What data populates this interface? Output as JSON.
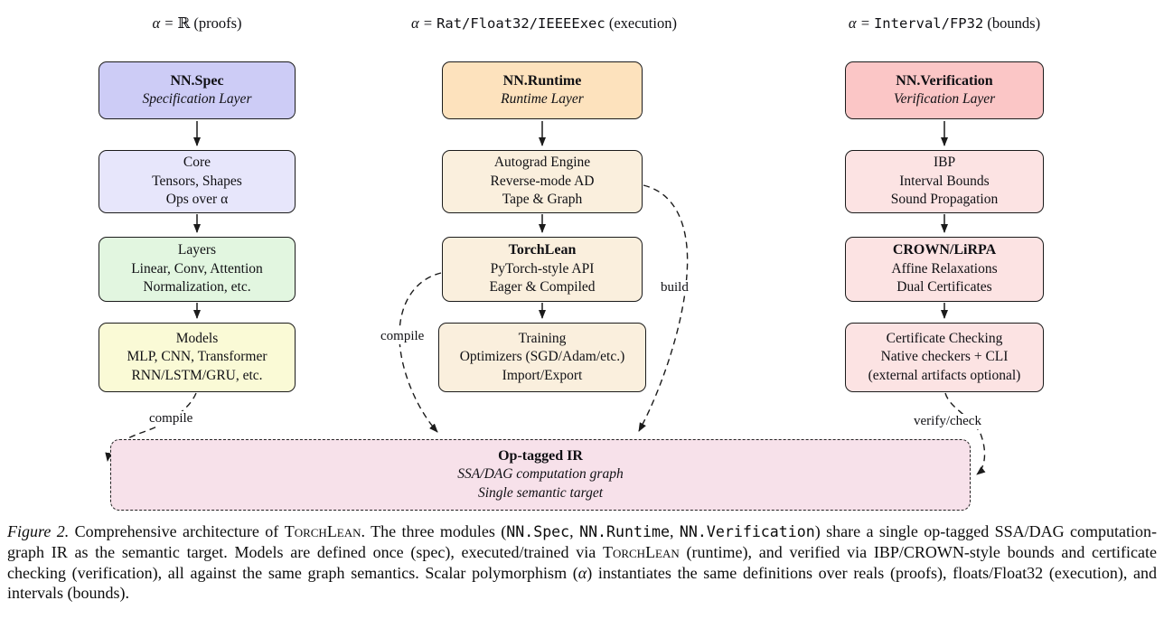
{
  "figure": {
    "columns": [
      {
        "header": {
          "math": "α = ",
          "code": "ℝ",
          "note": " (proofs)"
        },
        "layer_box": {
          "title": "NN.Spec",
          "subtitle": "Specification Layer"
        },
        "boxes": [
          {
            "l1": "Core",
            "l2": "Tensors, Shapes",
            "l3": "Ops over α"
          },
          {
            "l1": "Layers",
            "l2": "Linear, Conv, Attention",
            "l3": "Normalization, etc."
          },
          {
            "l1": "Models",
            "l2": "MLP, CNN, Transformer",
            "l3": "RNN/LSTM/GRU, etc."
          }
        ]
      },
      {
        "header": {
          "math": "α = ",
          "code": "Rat/Float32/IEEEExec",
          "note": " (execution)"
        },
        "layer_box": {
          "title": "NN.Runtime",
          "subtitle": "Runtime Layer"
        },
        "boxes": [
          {
            "l1": "Autograd Engine",
            "l2": "Reverse-mode AD",
            "l3": "Tape & Graph"
          },
          {
            "l1": "TorchLean",
            "l2": "PyTorch-style API",
            "l3": "Eager & Compiled"
          },
          {
            "l1": "Training",
            "l2": "Optimizers (SGD/Adam/etc.)",
            "l3": "Import/Export"
          }
        ]
      },
      {
        "header": {
          "math": "α = ",
          "code": "Interval/FP32",
          "note": " (bounds)"
        },
        "layer_box": {
          "title": "NN.Verification",
          "subtitle": "Verification Layer"
        },
        "boxes": [
          {
            "l1": "IBP",
            "l2": "Interval Bounds",
            "l3": "Sound Propagation"
          },
          {
            "l1": "CROWN/LiRPA",
            "l2": "Affine Relaxations",
            "l3": "Dual Certificates"
          },
          {
            "l1": "Certificate Checking",
            "l2": "Native checkers + CLI",
            "l3": "(external artifacts optional)"
          }
        ]
      }
    ],
    "ir_box": {
      "title": "Op-tagged IR",
      "l2": "SSA/DAG computation graph",
      "l3": "Single semantic target"
    },
    "edge_labels": {
      "compile_models": "compile",
      "compile_torchlean": "compile",
      "build": "build",
      "verify": "verify/check"
    },
    "colors": {
      "spec_header": "#cdccf6",
      "spec_core": "#e7e6fb",
      "spec_layers": "#e2f6e0",
      "spec_models": "#fafad6",
      "runtime_header": "#fde2bd",
      "runtime_body": "#faefdd",
      "verification_header": "#fbc6c6",
      "verification_body": "#fce3e3",
      "ir_fill": "#f7e1ea",
      "border": "#1b1b1b"
    }
  },
  "caption": {
    "segments": [
      {
        "t": "Figure 2."
      },
      {
        "t": " Comprehensive architecture of "
      },
      {
        "t": "TorchLean"
      },
      {
        "t": ". The three modules ("
      },
      {
        "t": "NN.Spec"
      },
      {
        "t": ", "
      },
      {
        "t": "NN.Runtime"
      },
      {
        "t": ", "
      },
      {
        "t": "NN.Verification"
      },
      {
        "t": ") share a single op-tagged SSA/DAG computation-graph IR as the semantic target. Models are defined once (spec), executed/trained via "
      },
      {
        "t": "TorchLean"
      },
      {
        "t": " (runtime), and verified via IBP/CROWN-style bounds and certificate checking (verification), all against the same graph semantics. Scalar polymorphism ("
      },
      {
        "t": "α"
      },
      {
        "t": ") instantiates the same definitions over reals (proofs), floats/Float32 (execution), and intervals (bounds)."
      }
    ]
  }
}
